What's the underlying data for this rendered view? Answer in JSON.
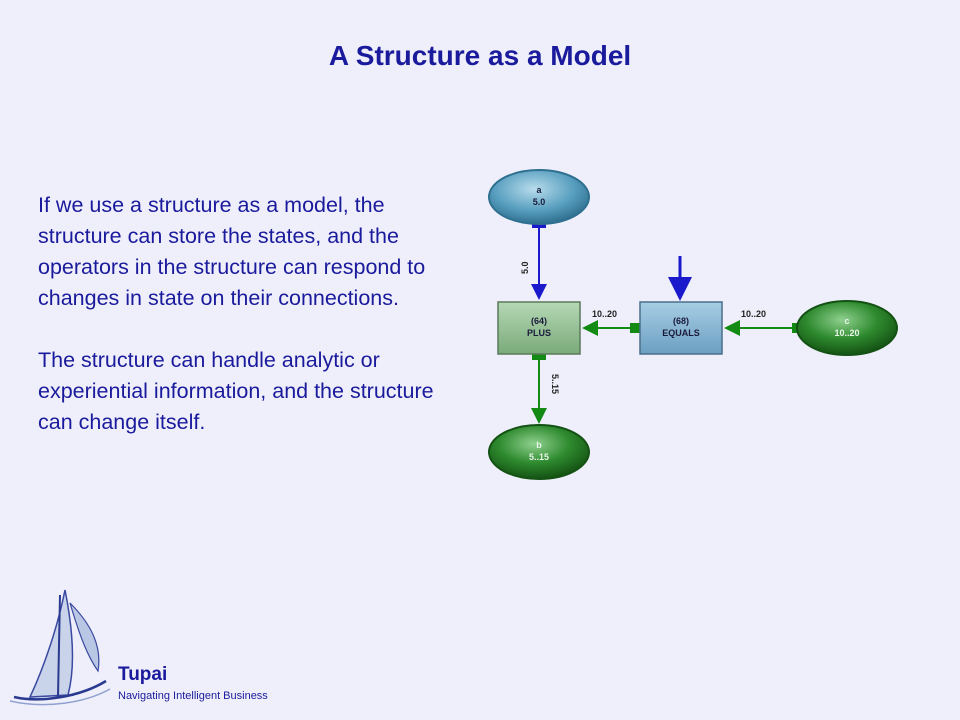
{
  "slide": {
    "title": "A Structure as a Model",
    "paragraphs": [
      "If we use a structure as a model, the structure can store the states, and the operators in the structure can respond to changes in state on their connections.",
      "The structure can handle analytic or experiential information, and the structure can change itself."
    ]
  },
  "diagram": {
    "nodes": {
      "a": {
        "name": "a",
        "value": "5.0"
      },
      "b": {
        "name": "b",
        "value": "5..15"
      },
      "c": {
        "name": "c",
        "value": "10..20"
      },
      "plus": {
        "id": "(64)",
        "op": "PLUS"
      },
      "equals": {
        "id": "(68)",
        "op": "EQUALS"
      }
    },
    "edges": {
      "a_to_plus": "5.0",
      "plus_to_b": "5..15",
      "equals_to_plus": "10..20",
      "c_to_equals": "10..20"
    },
    "colors": {
      "blue_node": "#5aa0c0",
      "green_node": "#2e8a2e",
      "plus_box": "#8fbf8f",
      "equals_box": "#7fb0d0",
      "green_arrow": "#138a13",
      "blue_arrow": "#1a1acc"
    }
  },
  "logo": {
    "name": "Tupai",
    "tagline": "Navigating Intelligent Business"
  }
}
